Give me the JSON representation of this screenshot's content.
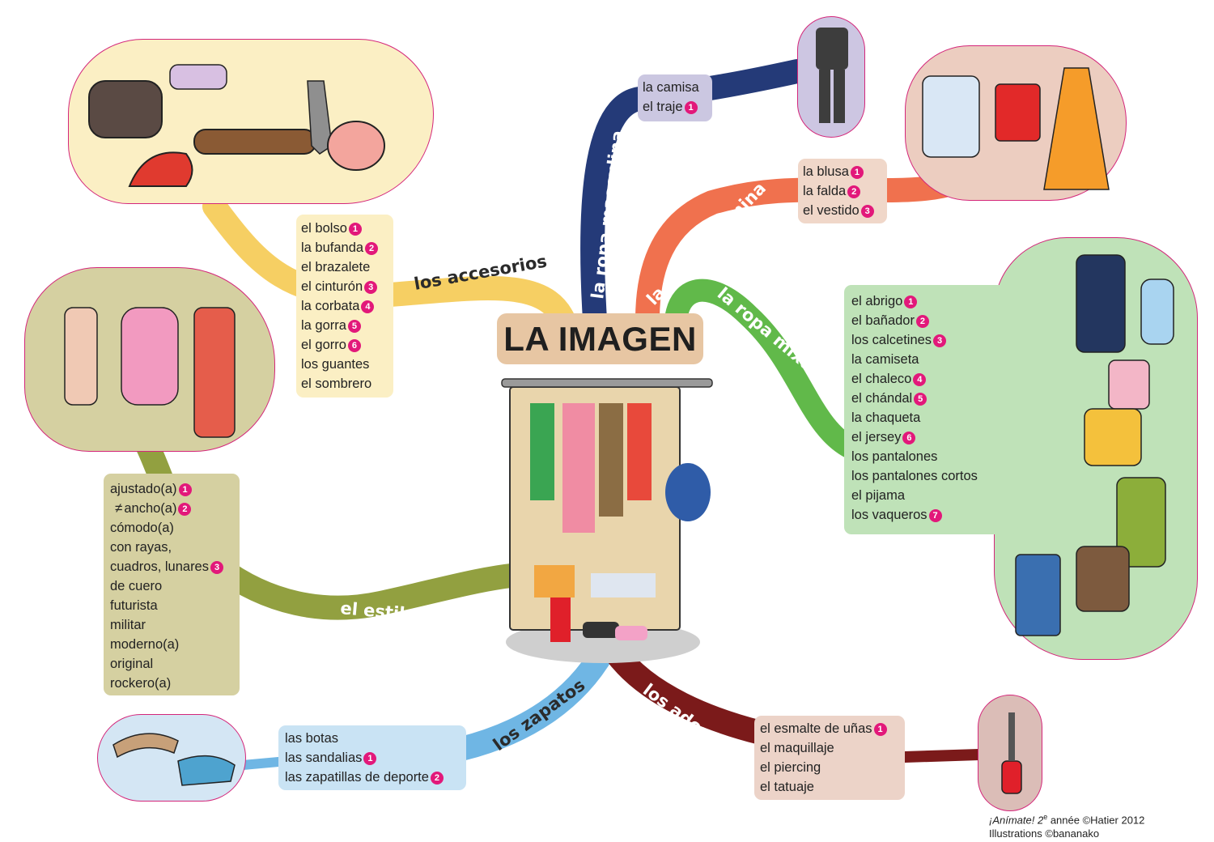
{
  "title": "LA IMAGEN",
  "branches": {
    "accesorios": "los accesorios",
    "masculina": "la ropa masculina",
    "femenina": "la ropa femenina",
    "mixta": "la ropa mixta",
    "estilo": "el estilo",
    "zapatos": "los zapatos",
    "adornos": "los adornos"
  },
  "accesorios": [
    {
      "text": "el bolso",
      "num": "1"
    },
    {
      "text": "la bufanda",
      "num": "2"
    },
    {
      "text": "el brazalete",
      "num": ""
    },
    {
      "text": "el cinturón",
      "num": "3"
    },
    {
      "text": "la corbata",
      "num": "4"
    },
    {
      "text": "la gorra",
      "num": "5"
    },
    {
      "text": "el gorro",
      "num": "6"
    },
    {
      "text": "los guantes",
      "num": ""
    },
    {
      "text": "el sombrero",
      "num": ""
    }
  ],
  "masculina": [
    {
      "text": "la camisa",
      "num": ""
    },
    {
      "text": "el traje",
      "num": "1"
    }
  ],
  "femenina": [
    {
      "text": "la blusa",
      "num": "1"
    },
    {
      "text": "la falda",
      "num": "2"
    },
    {
      "text": "el vestido",
      "num": "3"
    }
  ],
  "mixta": [
    {
      "text": "el abrigo",
      "num": "1"
    },
    {
      "text": "el bañador",
      "num": "2"
    },
    {
      "text": "los calcetines",
      "num": "3"
    },
    {
      "text": "la camiseta",
      "num": ""
    },
    {
      "text": "el chaleco",
      "num": "4"
    },
    {
      "text": "el chándal",
      "num": "5"
    },
    {
      "text": "la chaqueta",
      "num": ""
    },
    {
      "text": "el jersey",
      "num": "6"
    },
    {
      "text": "los pantalones",
      "num": ""
    },
    {
      "text": "los pantalones cortos",
      "num": ""
    },
    {
      "text": "el pijama",
      "num": ""
    },
    {
      "text": "los vaqueros",
      "num": "7"
    }
  ],
  "estilo": [
    {
      "text": "ajustado(a)",
      "num": "1"
    },
    {
      "text": "ancho(a)",
      "num": "2",
      "prefix": "≠"
    },
    {
      "text": "cómodo(a)",
      "num": ""
    },
    {
      "text": "con rayas,",
      "num": ""
    },
    {
      "text": "cuadros, lunares",
      "num": "3"
    },
    {
      "text": "de cuero",
      "num": ""
    },
    {
      "text": "futurista",
      "num": ""
    },
    {
      "text": "militar",
      "num": ""
    },
    {
      "text": "moderno(a)",
      "num": ""
    },
    {
      "text": "original",
      "num": ""
    },
    {
      "text": "rockero(a)",
      "num": ""
    }
  ],
  "zapatos": [
    {
      "text": "las botas",
      "num": ""
    },
    {
      "text": "las sandalias",
      "num": "1"
    },
    {
      "text": "las zapatillas de deporte",
      "num": "2"
    }
  ],
  "adornos": [
    {
      "text": "el esmalte de uñas",
      "num": "1"
    },
    {
      "text": "el maquillaje",
      "num": ""
    },
    {
      "text": "el piercing",
      "num": ""
    },
    {
      "text": "el tatuaje",
      "num": ""
    }
  ],
  "credits": {
    "line1_book": "¡Anímate! 2",
    "line1_sup": "e",
    "line1_rest": " année ©Hatier 2012",
    "line2": "Illustrations ©bananako"
  },
  "colors": {
    "accesorios": "#f6cf63",
    "masculina": "#243a78",
    "femenina": "#f0714e",
    "mixta": "#61b94a",
    "estilo": "#92a040",
    "zapatos": "#6fb6e4",
    "adornos": "#7b1a1a",
    "number_badge": "#e2187a"
  }
}
